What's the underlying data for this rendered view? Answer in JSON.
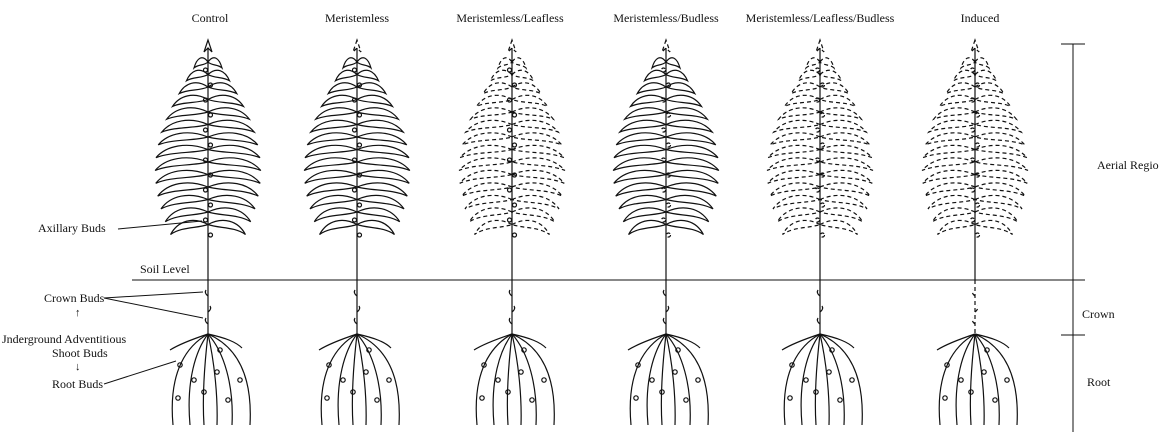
{
  "columns": [
    {
      "title": "Control",
      "leaves": "solid",
      "buds": "solid",
      "apex": "solid",
      "crown": "solid"
    },
    {
      "title": "Meristemless",
      "leaves": "solid",
      "buds": "solid",
      "apex": "dashed",
      "crown": "solid"
    },
    {
      "title": "Meristemless/Leafless",
      "leaves": "dashed",
      "buds": "solid",
      "apex": "dashed",
      "crown": "solid"
    },
    {
      "title": "Meristemless/Budless",
      "leaves": "solid",
      "buds": "dashed",
      "apex": "dashed",
      "crown": "solid"
    },
    {
      "title": "Meristemless/Leafless/Budless",
      "leaves": "dashed",
      "buds": "dashed",
      "apex": "dashed",
      "crown": "solid"
    },
    {
      "title": "Induced",
      "leaves": "dashed",
      "buds": "dashed",
      "apex": "dashed",
      "crown": "dashed"
    }
  ],
  "left_labels": {
    "axillary_buds": "Axillary Buds",
    "soil_level": "Soil Level",
    "crown_buds": "Crown Buds",
    "underground_line1": "Jnderground Adventitious",
    "underground_line2": "Shoot Buds",
    "root_buds": "Root Buds"
  },
  "regions": {
    "aerial": "Aerial Regio",
    "crown": "Crown",
    "root": "Root"
  }
}
